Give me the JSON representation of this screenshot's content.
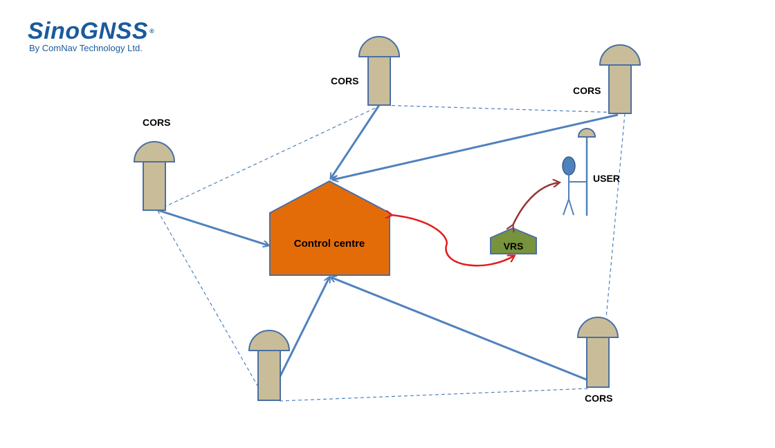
{
  "logo": {
    "brand": "SinoGNSS",
    "registered": "®",
    "tagline": "By ComNav Technology Ltd."
  },
  "diagram": {
    "stations": [
      {
        "id": "top-center",
        "label": "CORS"
      },
      {
        "id": "top-right",
        "label": "CORS"
      },
      {
        "id": "left",
        "label": "CORS"
      },
      {
        "id": "bottom-center",
        "label": ""
      },
      {
        "id": "bottom-right",
        "label": "CORS"
      }
    ],
    "control_centre": "Control centre",
    "vrs": "VRS",
    "user": "USER"
  },
  "colors": {
    "station_fill": "#c8bd98",
    "station_stroke": "#4a6fa5",
    "link": "#4f81bd",
    "control_fill": "#e36c09",
    "vrs_fill": "#77933c",
    "user_fill": "#4f81bd",
    "red_arrow": "#e31c1c",
    "brown_arrow": "#953735"
  }
}
